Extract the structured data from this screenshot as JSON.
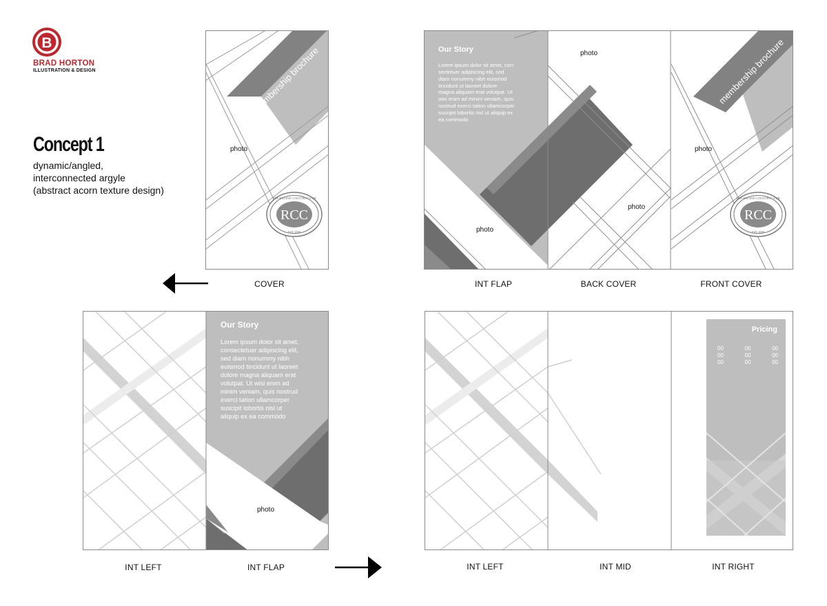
{
  "brand": {
    "initial": "B",
    "name": "BRAD HORTON",
    "subtitle": "ILLUSTRATION & DESIGN",
    "color": "#c0262c"
  },
  "concept": {
    "title": "Concept 1",
    "description_lines": [
      "dynamic/angled,",
      "interconnected argyle",
      "(abstract acorn texture design)"
    ]
  },
  "cover_panel": {
    "banner_text": "membership brochure",
    "photo_label": "photo",
    "seal": {
      "monogram": "RCC",
      "ring_text": "THE RACINE COUNTRY CLUB",
      "est_text": "EST 1909"
    },
    "caption": "COVER"
  },
  "outside_spread": {
    "story_title": "Our Story",
    "story_lines": [
      "Lorem ipsum dolor sit amet, con-",
      "sectetuer adipiscing elit, sed",
      "diam nonummy nibh euismod",
      "tincidunt ut laoreet dolore",
      "magna aliquam erat volutpat. Ut",
      "wisi enim ad minim veniam, quis",
      "nostrud exerci tation ullamcorper",
      "suscipit lobortis nisl ut aliquip ex",
      "ea commodo"
    ],
    "photo_labels": [
      "photo",
      "photo",
      "photo",
      "photo"
    ],
    "banner_text": "membership brochure",
    "seal": {
      "monogram": "RCC",
      "ring_text": "THE RACINE COUNTRY CLUB",
      "est_text": "EST 1909"
    },
    "captions": [
      "INT FLAP",
      "BACK COVER",
      "FRONT COVER"
    ]
  },
  "inside_left_spread": {
    "story_title": "Our Story",
    "story_lines": [
      "Lorem ipsum dolor sit amet,",
      "consectetuer adipiscing elit,",
      "sed diam nonummy nibh",
      "euismod tincidunt ut laoreet",
      "dolore magna aliquam erat",
      "volutpat. Ut wisi enim ad",
      "minim veniam, quis nostrud",
      "exerci tation ullamcorper",
      "suscipit lobortis nisl ut",
      "aliquip ex ea commodo"
    ],
    "photo_label": "photo",
    "captions": [
      "INT LEFT",
      "INT FLAP"
    ]
  },
  "inside_spread": {
    "pricing_title": "Pricing",
    "price_cells": [
      "00",
      "00",
      "00",
      "00",
      "00",
      "00",
      "00",
      "00",
      "00"
    ],
    "captions": [
      "INT LEFT",
      "INT MID",
      "INT RIGHT"
    ]
  }
}
